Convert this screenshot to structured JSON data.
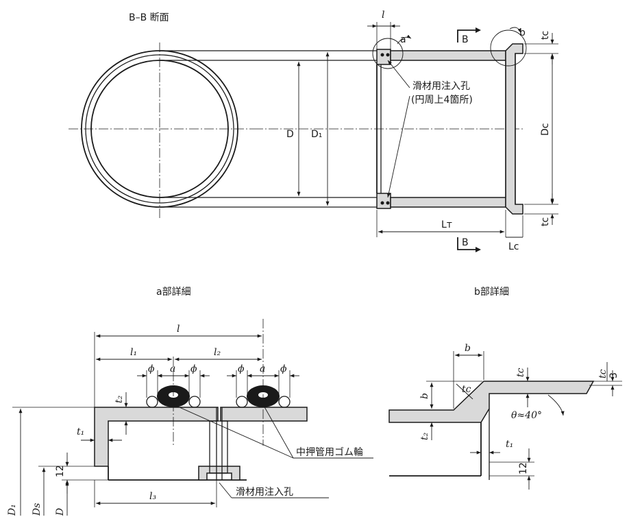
{
  "section_title": "B–B 断面",
  "section_mark": "B",
  "detail_a_title": "a部詳細",
  "detail_b_title": "b部詳細",
  "callout_a": "a",
  "callout_b": "b",
  "hole_label_line1": "滑材用注入孔",
  "hole_label_line2": "(円周上4箇所)",
  "rubber_ring_label": "中押管用ゴム輪",
  "injection_hole_label": "滑材用注入孔",
  "theta_label": "θ≈40°",
  "frac_num": "tc",
  "frac_den": "3",
  "dims": {
    "l": "l",
    "l1": "l₁",
    "l2": "l₂",
    "l3": "l₃",
    "phi": "ϕ",
    "a": "a",
    "b": "b",
    "t1": "t₁",
    "t2": "t₂",
    "tc": "tc",
    "D": "D",
    "D1": "D₁",
    "Dc": "Dc",
    "Ds": "Ds",
    "LT": "Lᴛ",
    "Lc": "Lc",
    "twelve": "12"
  }
}
